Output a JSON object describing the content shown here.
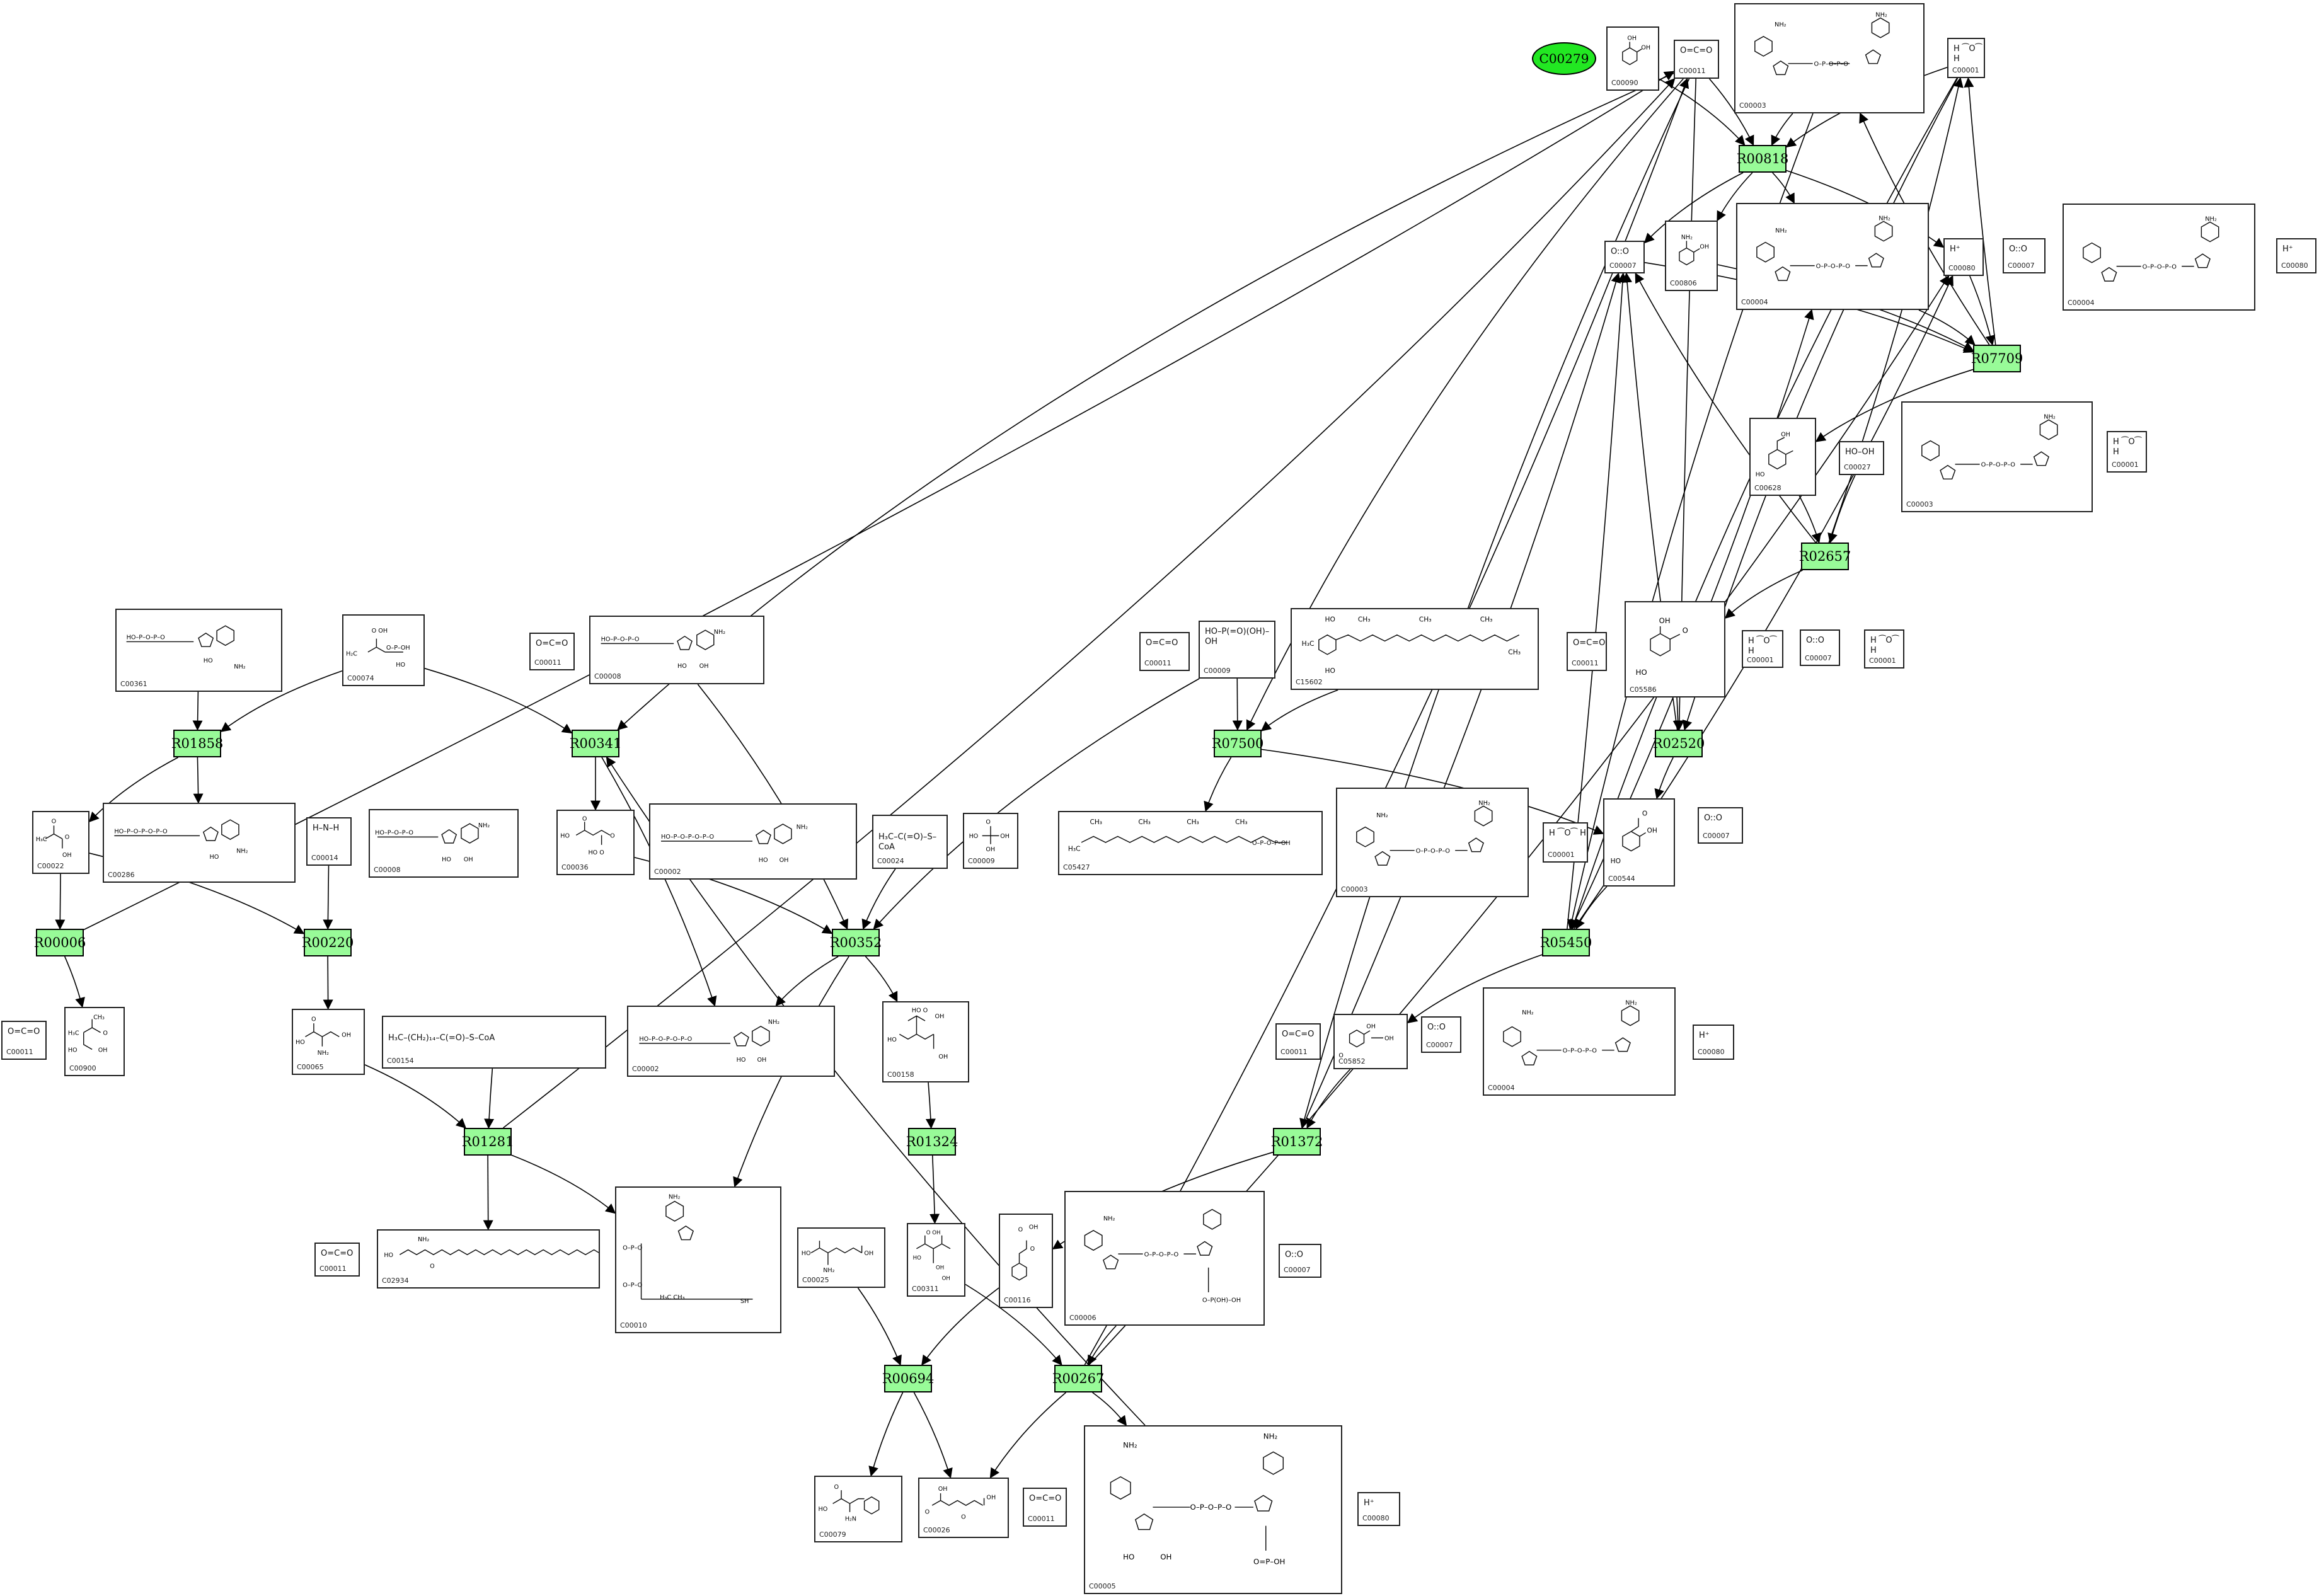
{
  "target": {
    "id": "C00279",
    "color": "#22e722"
  },
  "reaction_color": "#98fb98",
  "reactions": [
    "R00818",
    "R07709",
    "R02657",
    "R02520",
    "R07500",
    "R05450",
    "R01372",
    "R00267",
    "R00694",
    "R01324",
    "R00352",
    "R01281",
    "R00006",
    "R00220",
    "R01858",
    "R00341"
  ],
  "compounds": [
    "C00090",
    "C00011",
    "C00003",
    "C00001",
    "C00007",
    "C00806",
    "C00004",
    "C00080",
    "C00628",
    "C00027",
    "C05586",
    "C00009",
    "C15602",
    "C05427",
    "C00544",
    "C05852",
    "C00006",
    "C00116",
    "C00005",
    "C00026",
    "C00079",
    "C00025",
    "C00311",
    "C00158",
    "C00002",
    "C00010",
    "C02934",
    "C00154",
    "C00065",
    "C00014",
    "C00022",
    "C00286",
    "C00361",
    "C00074",
    "C00008",
    "C00036",
    "C00024",
    "C00900"
  ],
  "structure_text": {
    "h2o": "H ⁀O⁀ H",
    "co2": "O=C=O",
    "o2": "O::O",
    "hplus": "H⁺",
    "h2o2": "HO–OH",
    "nh3": "H–N–H",
    "coa_acetyl": "H₃C–C(=O)–S–CoA",
    "coa_palm": "H₃C–(CH₂)₁₄–C(=O)–S–CoA",
    "phosphate": "HO–P(=O)(OH)–OH"
  },
  "edges": [
    [
      "C00090",
      "R00818"
    ],
    [
      "C00011",
      "R00818"
    ],
    [
      "C00003",
      "R00818"
    ],
    [
      "C00001",
      "R00818"
    ],
    [
      "R00818",
      "C00007"
    ],
    [
      "R00818",
      "C00806"
    ],
    [
      "R00818",
      "C00004"
    ],
    [
      "R00818",
      "C00080"
    ],
    [
      "C00806",
      "R07709"
    ],
    [
      "C00080",
      "R07709"
    ],
    [
      "C00007",
      "R07709"
    ],
    [
      "C00004",
      "R07709"
    ],
    [
      "R07709",
      "C00628"
    ],
    [
      "R07709",
      "C00003"
    ],
    [
      "R07709",
      "C00001"
    ],
    [
      "C00628",
      "R02657"
    ],
    [
      "C00027",
      "R02657"
    ],
    [
      "R02657",
      "C05586"
    ],
    [
      "R02657",
      "C00007"
    ],
    [
      "R02657",
      "C00001"
    ],
    [
      "C00011",
      "R02520"
    ],
    [
      "C05586",
      "R02520"
    ],
    [
      "C00001",
      "R02520"
    ],
    [
      "R02520",
      "C00544"
    ],
    [
      "R02520",
      "C00007"
    ],
    [
      "C00011",
      "R07500"
    ],
    [
      "C00009",
      "R07500"
    ],
    [
      "C15602",
      "R07500"
    ],
    [
      "R07500",
      "C05427"
    ],
    [
      "R07500",
      "C00544"
    ],
    [
      "C00003",
      "R05450"
    ],
    [
      "C00001",
      "R05450"
    ],
    [
      "C00544",
      "R05450"
    ],
    [
      "R05450",
      "C05852"
    ],
    [
      "R05450",
      "C00007"
    ],
    [
      "R05450",
      "C00004"
    ],
    [
      "R05450",
      "C00080"
    ],
    [
      "C00011",
      "R01372"
    ],
    [
      "C05852",
      "R01372"
    ],
    [
      "R01372",
      "C00116"
    ],
    [
      "R01372",
      "C00007"
    ],
    [
      "C00311",
      "R00267"
    ],
    [
      "C00006",
      "R00267"
    ],
    [
      "R00267",
      "C00026"
    ],
    [
      "R00267",
      "C00011"
    ],
    [
      "R00267",
      "C00005"
    ],
    [
      "R00267",
      "C00080"
    ],
    [
      "C00025",
      "R00694"
    ],
    [
      "C00116",
      "R00694"
    ],
    [
      "R00694",
      "C00079"
    ],
    [
      "R00694",
      "C00026"
    ],
    [
      "C00158",
      "R01324"
    ],
    [
      "R01324",
      "C00311"
    ],
    [
      "C00008",
      "R00352"
    ],
    [
      "C00036",
      "R00352"
    ],
    [
      "C00024",
      "R00352"
    ],
    [
      "C00009",
      "R00352"
    ],
    [
      "R00352",
      "C00002"
    ],
    [
      "R00352",
      "C00158"
    ],
    [
      "R00352",
      "C00010"
    ],
    [
      "C00065",
      "R01281"
    ],
    [
      "C00154",
      "R01281"
    ],
    [
      "R01281",
      "C00011"
    ],
    [
      "R01281",
      "C02934"
    ],
    [
      "R01281",
      "C00010"
    ],
    [
      "C00022",
      "R00006"
    ],
    [
      "R00006",
      "C00011"
    ],
    [
      "R00006",
      "C00900"
    ],
    [
      "C00014",
      "R00220"
    ],
    [
      "C00022",
      "R00220"
    ],
    [
      "R00220",
      "C00065"
    ],
    [
      "C00361",
      "R01858"
    ],
    [
      "C00074",
      "R01858"
    ],
    [
      "R01858",
      "C00022"
    ],
    [
      "R01858",
      "C00286"
    ],
    [
      "C00011",
      "R00341"
    ],
    [
      "C00005",
      "R00341"
    ],
    [
      "C00074",
      "R00341"
    ],
    [
      "R00341",
      "C00036"
    ],
    [
      "R00341",
      "C00002"
    ]
  ]
}
